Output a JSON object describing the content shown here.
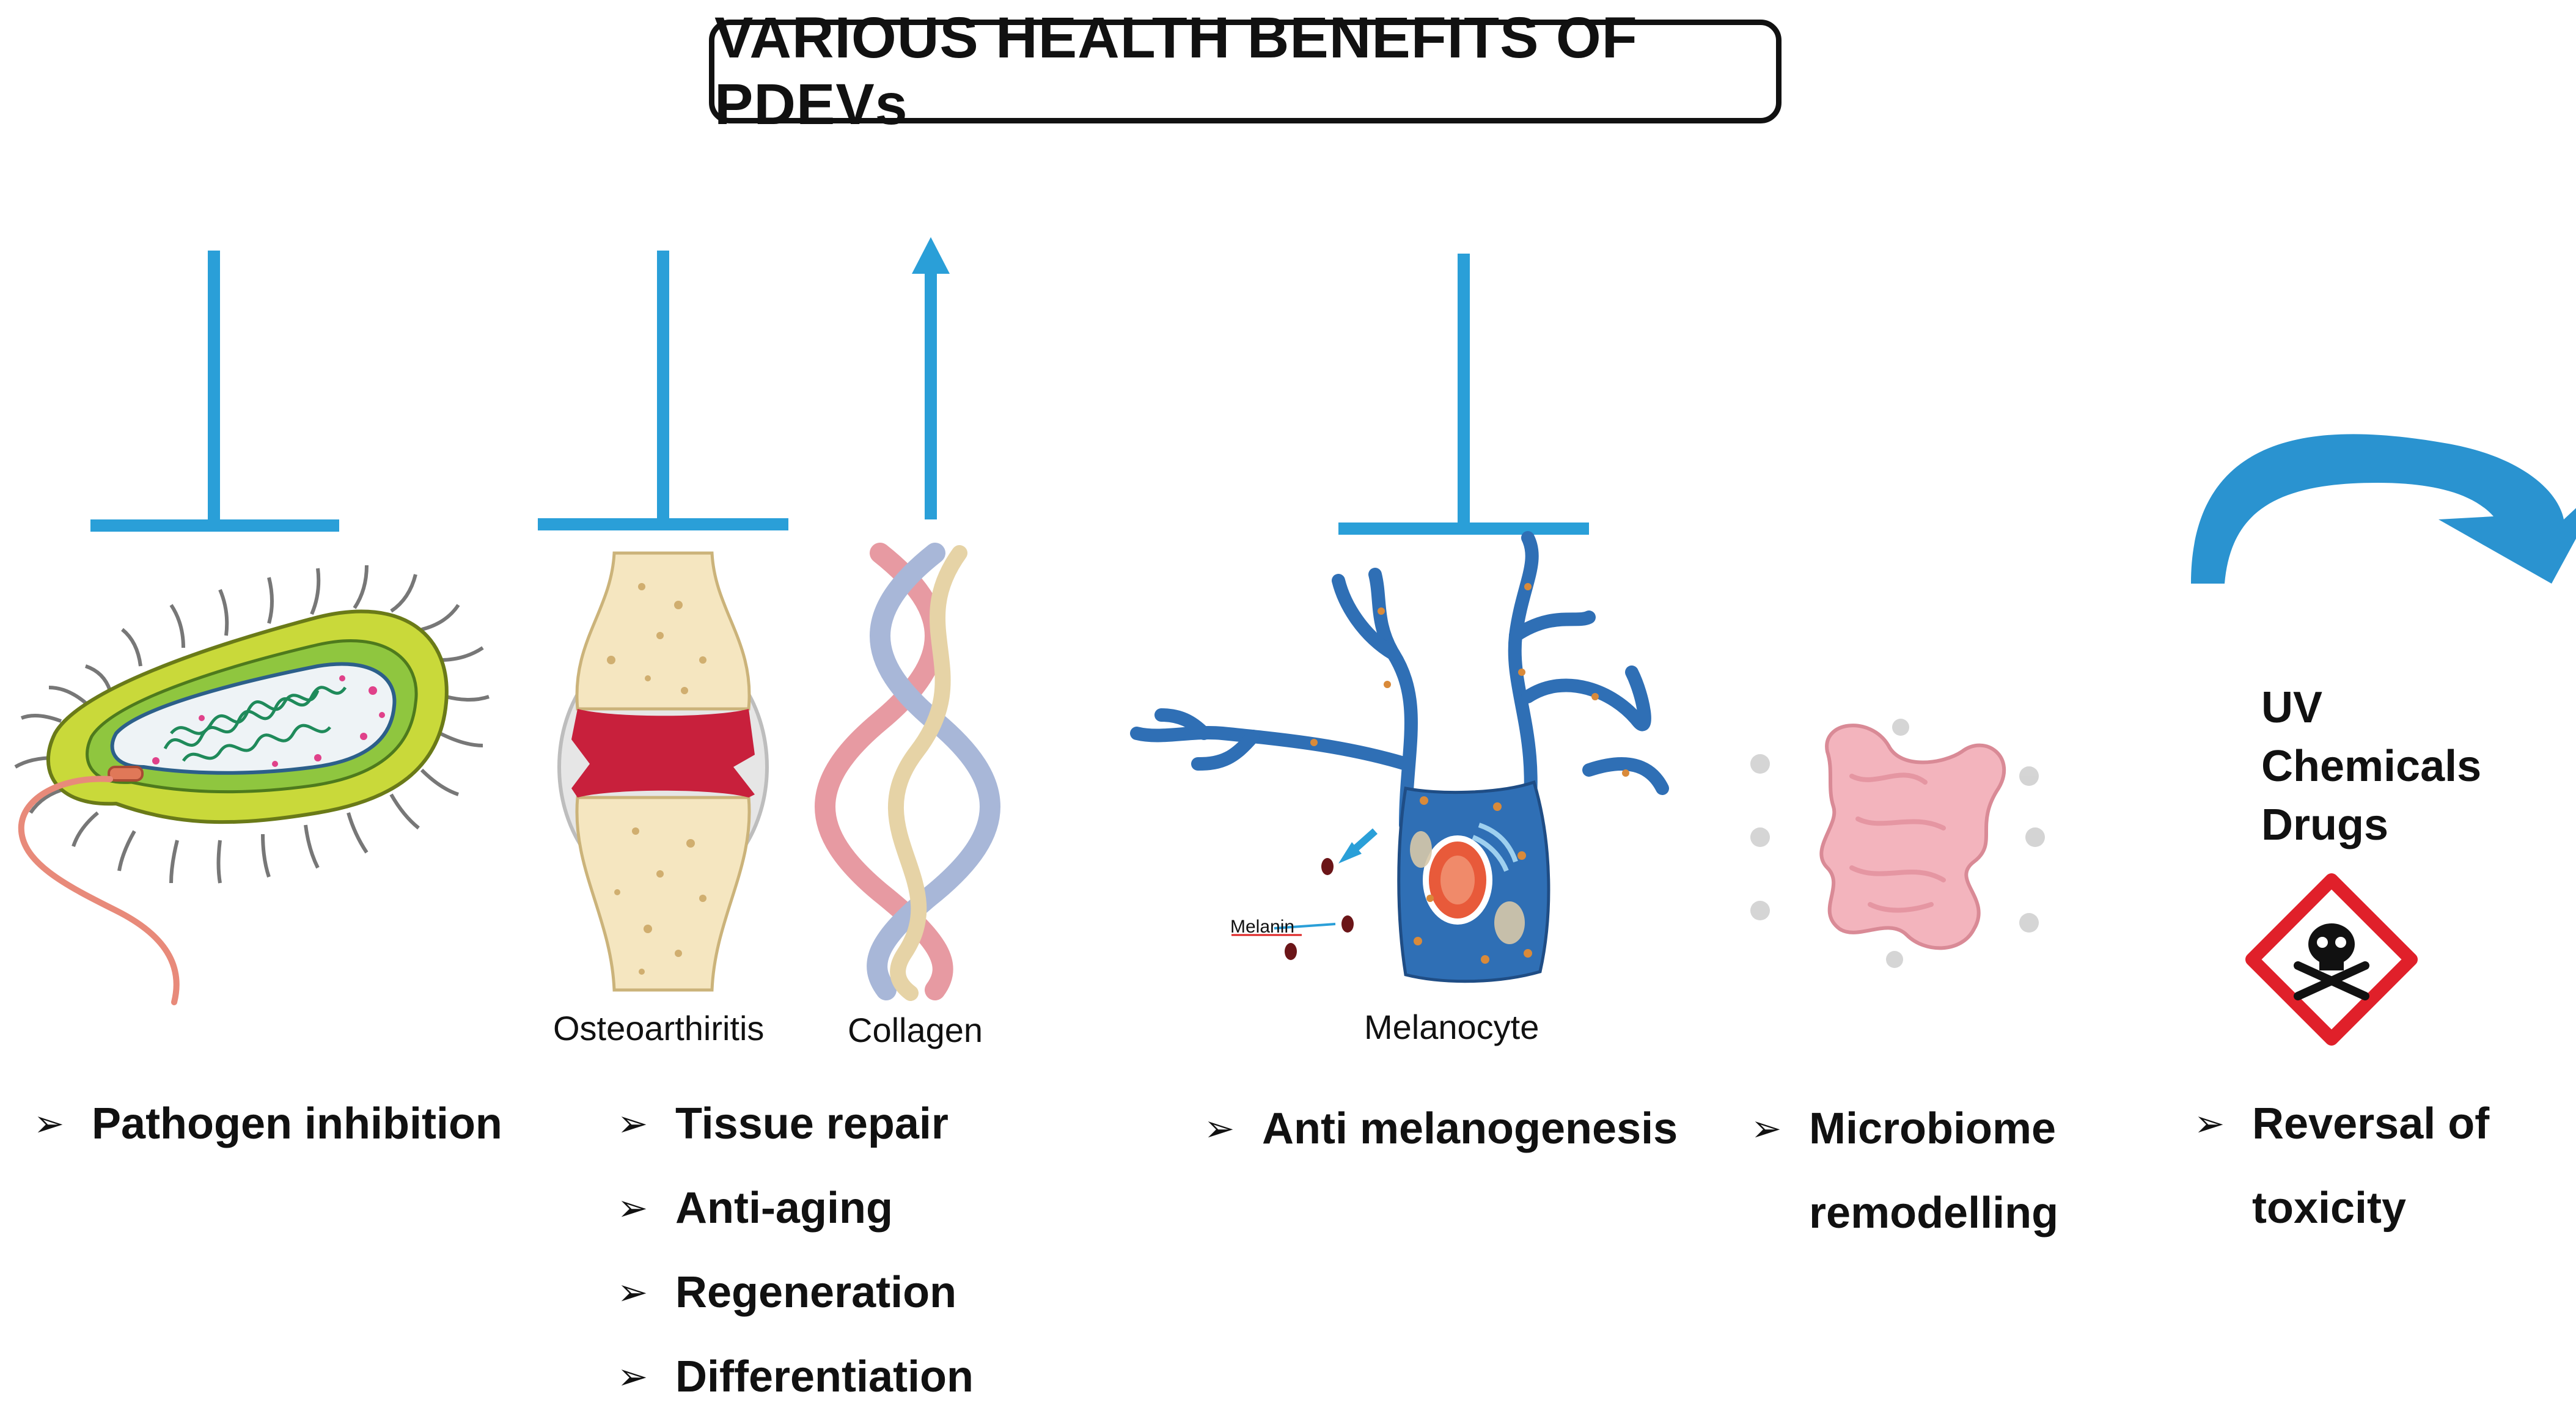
{
  "title": "VARIOUS HEALTH BENEFITS OF PDEVs",
  "colors": {
    "arrow_blue": "#2a9fd8",
    "bone": "#f5e6c0",
    "cartilage_red": "#c8203c",
    "melanocyte_blue": "#2f6fb5",
    "gut_pink": "#f3b4bd",
    "hazard_red": "#e0202a",
    "bacterium_green": "#c9d93a"
  },
  "icons": {
    "inhibit": "t-bar-inhibition-icon",
    "increase": "up-arrow-icon",
    "reverse": "curved-arrow-icon",
    "hazard": "skull-crossbones-hazard-icon",
    "bullet": "arrow-bullet-icon"
  },
  "captions": {
    "osteoarthritis": "Osteoarthiritis",
    "collagen": "Collagen",
    "melanocyte": "Melanocyte",
    "melanin": "Melanin"
  },
  "bullet_glyph": "➢",
  "panels": {
    "pathogen": {
      "items": [
        "Pathogen inhibition"
      ]
    },
    "tissue": {
      "items": [
        "Tissue repair",
        "Anti-aging",
        "Regeneration",
        "Differentiation"
      ]
    },
    "melanogenesis": {
      "items": [
        "Anti melanogenesis"
      ]
    },
    "microbiome": {
      "line1": "Microbiome",
      "line2": "remodelling"
    },
    "toxicity": {
      "line1": "Reversal of",
      "line2": "toxicity",
      "stressors": [
        "UV",
        "Chemicals",
        "Drugs"
      ]
    }
  }
}
